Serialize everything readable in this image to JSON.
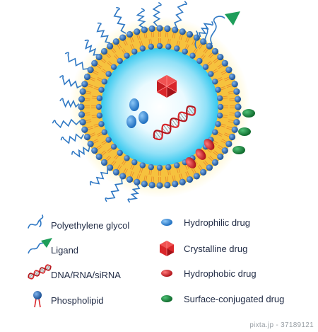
{
  "legend": {
    "left_column": [
      {
        "key": "peg",
        "label": "Polyethylene glycol",
        "icon": "peg-icon"
      },
      {
        "key": "ligand",
        "label": "Ligand",
        "icon": "ligand-icon"
      },
      {
        "key": "dna",
        "label": "DNA/RNA/siRNA",
        "icon": "dna-icon"
      },
      {
        "key": "phospholipid",
        "label": "Phospholipid",
        "icon": "phospholipid-icon"
      }
    ],
    "right_column": [
      {
        "key": "hydrophilic",
        "label": "Hydrophilic drug",
        "icon": "hydrophilic-drug-icon"
      },
      {
        "key": "crystalline",
        "label": "Crystalline drug",
        "icon": "crystalline-drug-icon"
      },
      {
        "key": "hydrophobic",
        "label": "Hydrophobic drug",
        "icon": "hydrophobic-drug-icon"
      },
      {
        "key": "surface",
        "label": "Surface-conjugated drug",
        "icon": "surface-conjugated-drug-icon"
      }
    ]
  },
  "watermark": {
    "text": "pixta.jp - 37189121"
  },
  "colors": {
    "phospholipid_head": "#1f5fa8",
    "bilayer_fill": "#f6c23e",
    "bilayer_tails": "#e8862a",
    "core_center": "#ffffff",
    "core_edge": "#33c8ef",
    "peg": "#2f78c4",
    "ligand": "#1e9e5a",
    "hydrophilic_drug": "#2a88d8",
    "crystalline_drug": "#d9262a",
    "hydrophobic_drug": "#d41f26",
    "surface_drug": "#1a8a3c",
    "dna": "#d9262a"
  }
}
